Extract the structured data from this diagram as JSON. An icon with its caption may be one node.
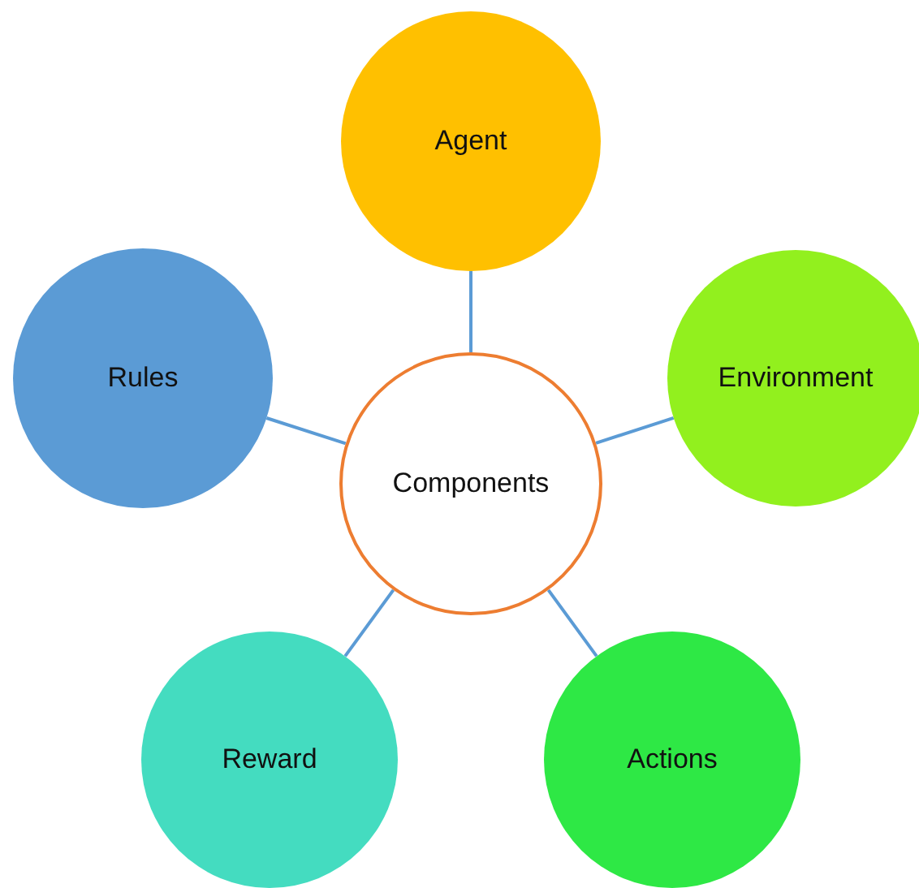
{
  "diagram": {
    "nodes": [
      {
        "text": [
          "Components"
        ]
      },
      {
        "text": [
          "Agent"
        ]
      },
      {
        "text": [
          "Environment"
        ]
      },
      {
        "text": [
          "Actions"
        ]
      },
      {
        "text": [
          "Reward"
        ]
      },
      {
        "text": [
          "Rules"
        ]
      }
    ],
    "edges": [
      {
        "from": 0,
        "to": 1,
        "arrow": "none"
      },
      {
        "from": 0,
        "to": 2,
        "arrow": "none"
      },
      {
        "from": 0,
        "to": 3,
        "arrow": "none"
      },
      {
        "from": 0,
        "to": 4,
        "arrow": "none"
      },
      {
        "from": 0,
        "to": 5,
        "arrow": "none"
      }
    ]
  }
}
